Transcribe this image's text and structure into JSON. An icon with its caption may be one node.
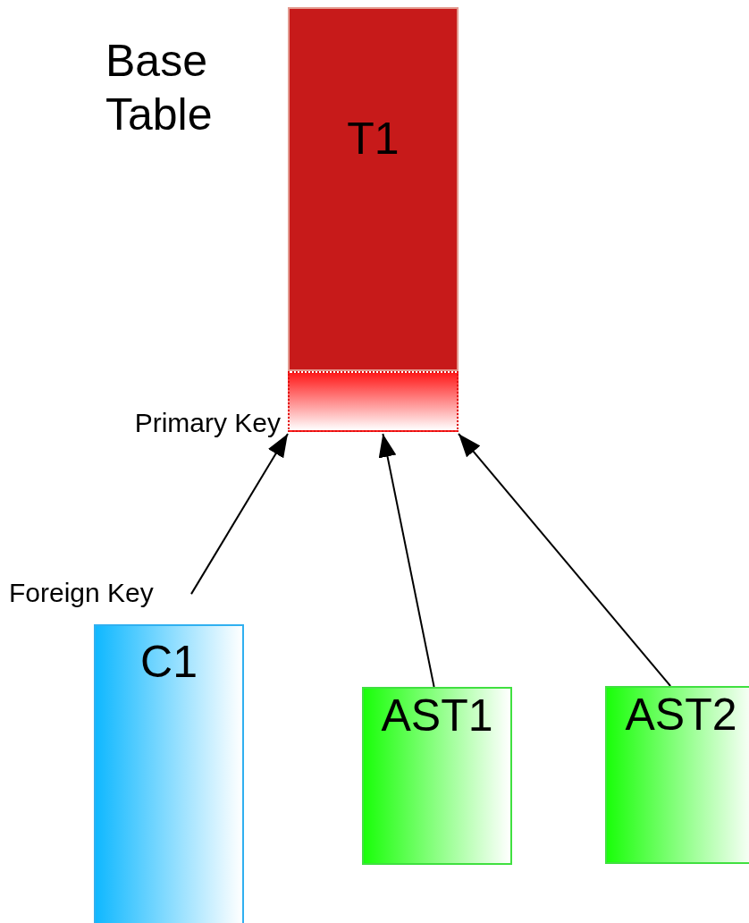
{
  "diagram": {
    "nodes": [
      {
        "text": [
          "T1"
        ],
        "beside": [
          "Base Table"
        ]
      },
      {
        "text": [],
        "shape": "box",
        "beside": [
          "Primary Key"
        ]
      },
      {
        "text": [
          "Foreign Key"
        ]
      },
      {
        "text": [
          "C1"
        ]
      },
      {
        "text": [
          "AST1"
        ]
      },
      {
        "text": [
          "AST2"
        ]
      }
    ],
    "edges": [
      {
        "from": 2,
        "to": 1,
        "arrow": "to"
      },
      {
        "from": 4,
        "to": 1,
        "arrow": "to"
      },
      {
        "from": 5,
        "to": 1,
        "arrow": "to"
      }
    ]
  }
}
